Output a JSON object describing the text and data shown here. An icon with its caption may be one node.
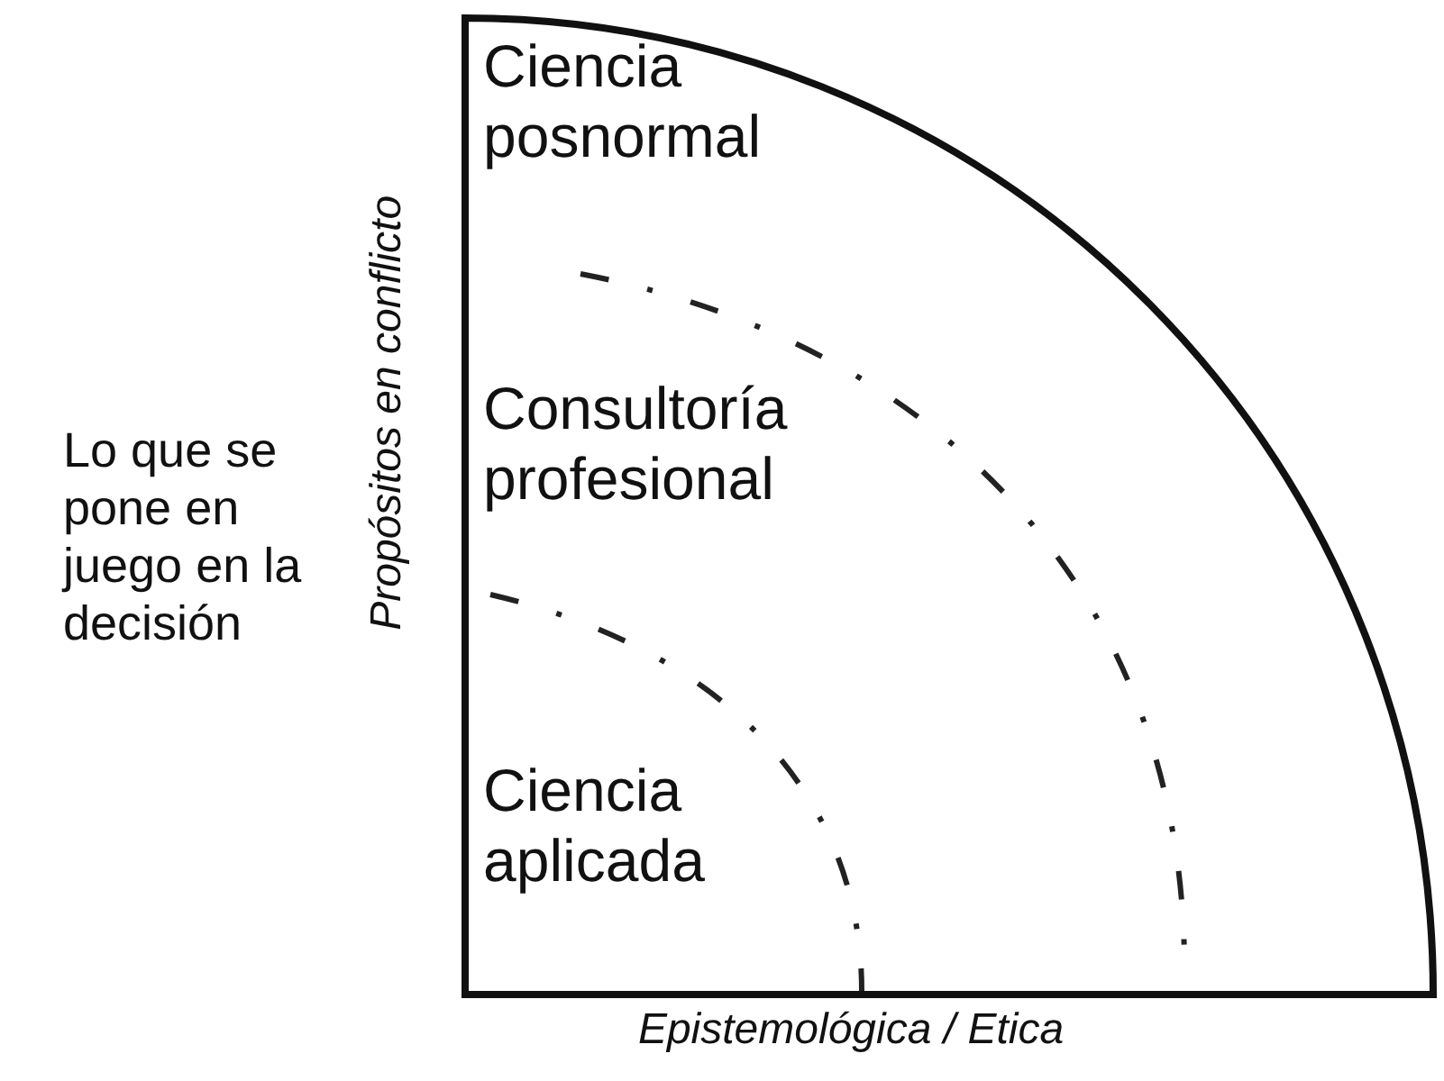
{
  "diagram": {
    "labels": [
      "Ciencia posnormal",
      "Lo que se pone en juego en la decisión",
      "Propósitos en conflicto",
      "Consultoría profesional",
      "Ciencia aplicada",
      "Epistemológica / Etica"
    ]
  }
}
